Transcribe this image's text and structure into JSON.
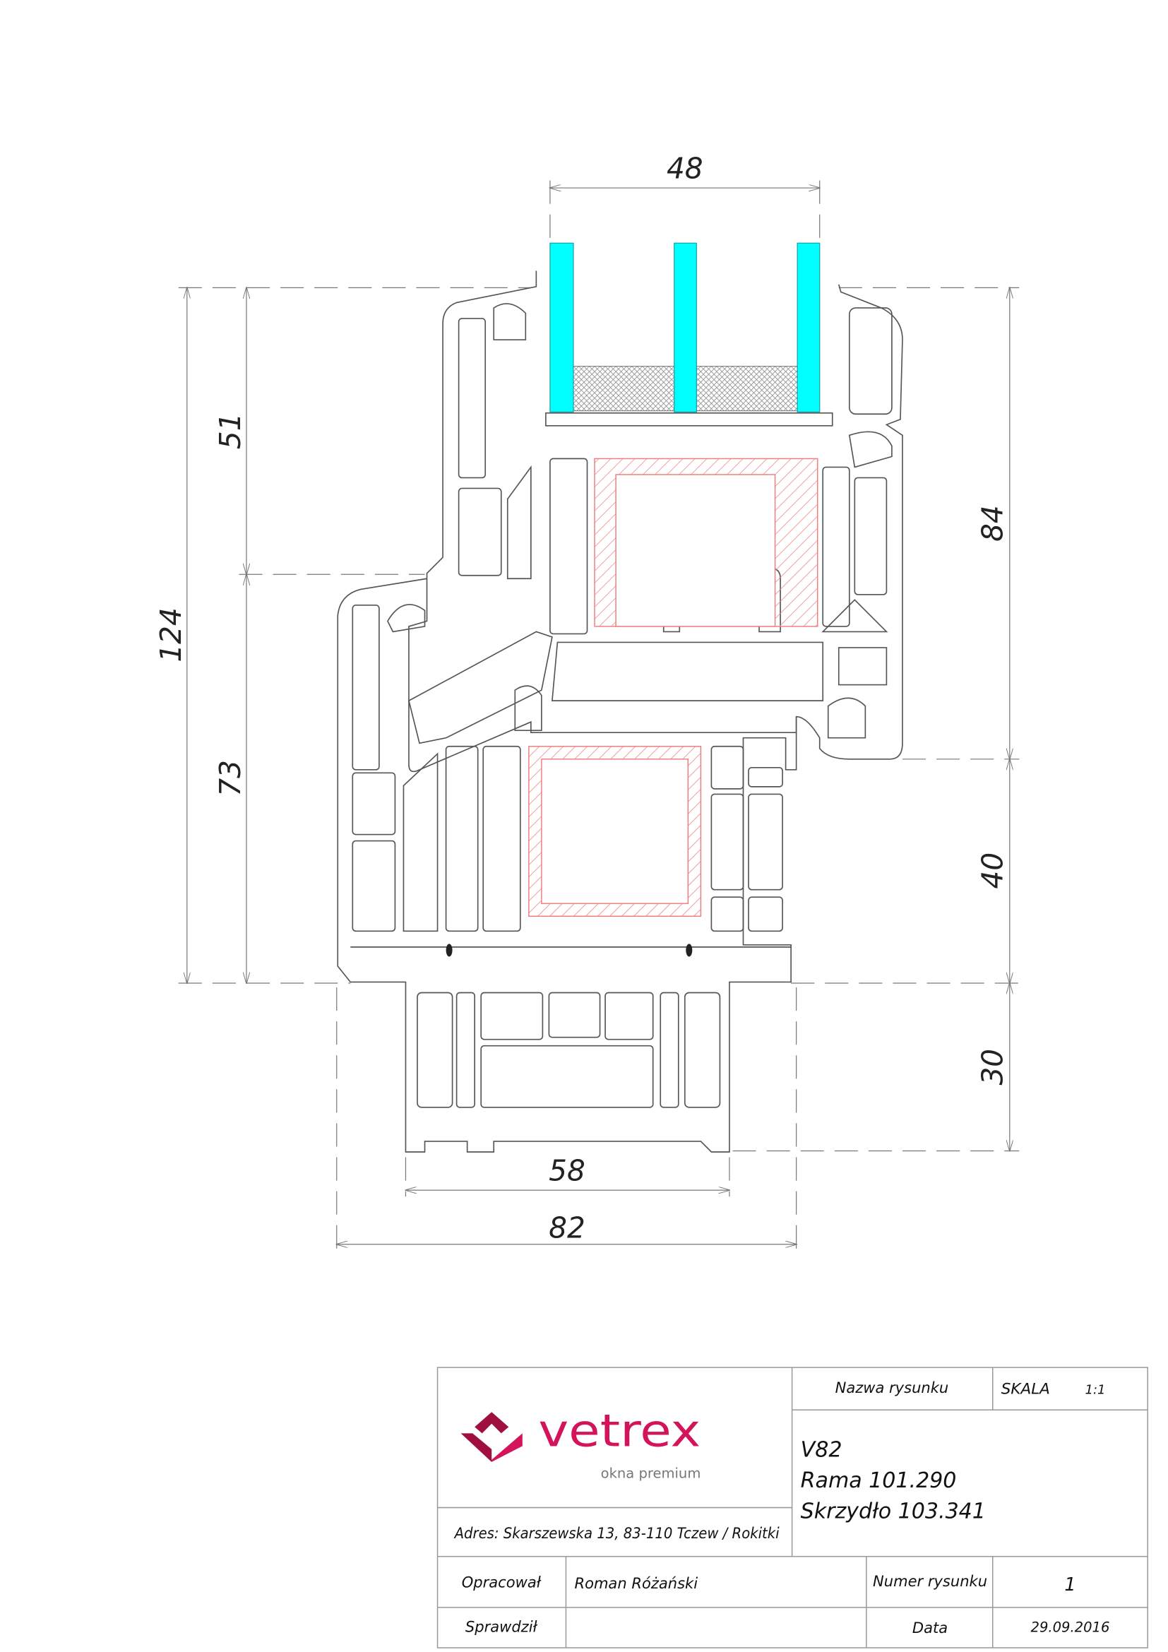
{
  "dimensions": {
    "glass_width": "48",
    "total_height": "124",
    "upper_height": "51",
    "lower_height": "73",
    "sash_height": "84",
    "frame_overlap": "40",
    "bottom_height": "30",
    "frame_depth": "58",
    "total_depth": "82"
  },
  "title_block": {
    "logo": {
      "brand": "vetrex",
      "tagline": "okna premium"
    },
    "address": "Adres: Skarszewska 13, 83-110 Tczew / Rokitki",
    "drawing_name_label": "Nazwa rysunku",
    "scale_label": "SKALA",
    "scale_value": "1:1",
    "drawing_title": [
      "V82",
      "Rama 101.290",
      "Skrzydło 103.341"
    ],
    "prepared_by_label": "Opracował",
    "prepared_by": "Roman Różański",
    "drawing_number_label": "Numer rysunku",
    "drawing_number": "1",
    "checked_by_label": "Sprawdził",
    "checked_by": "",
    "date_label": "Data",
    "date": "29.09.2016"
  },
  "colors": {
    "glass": "#00ffff",
    "reinforcement": "#f08080",
    "brand": "#d4145a"
  }
}
